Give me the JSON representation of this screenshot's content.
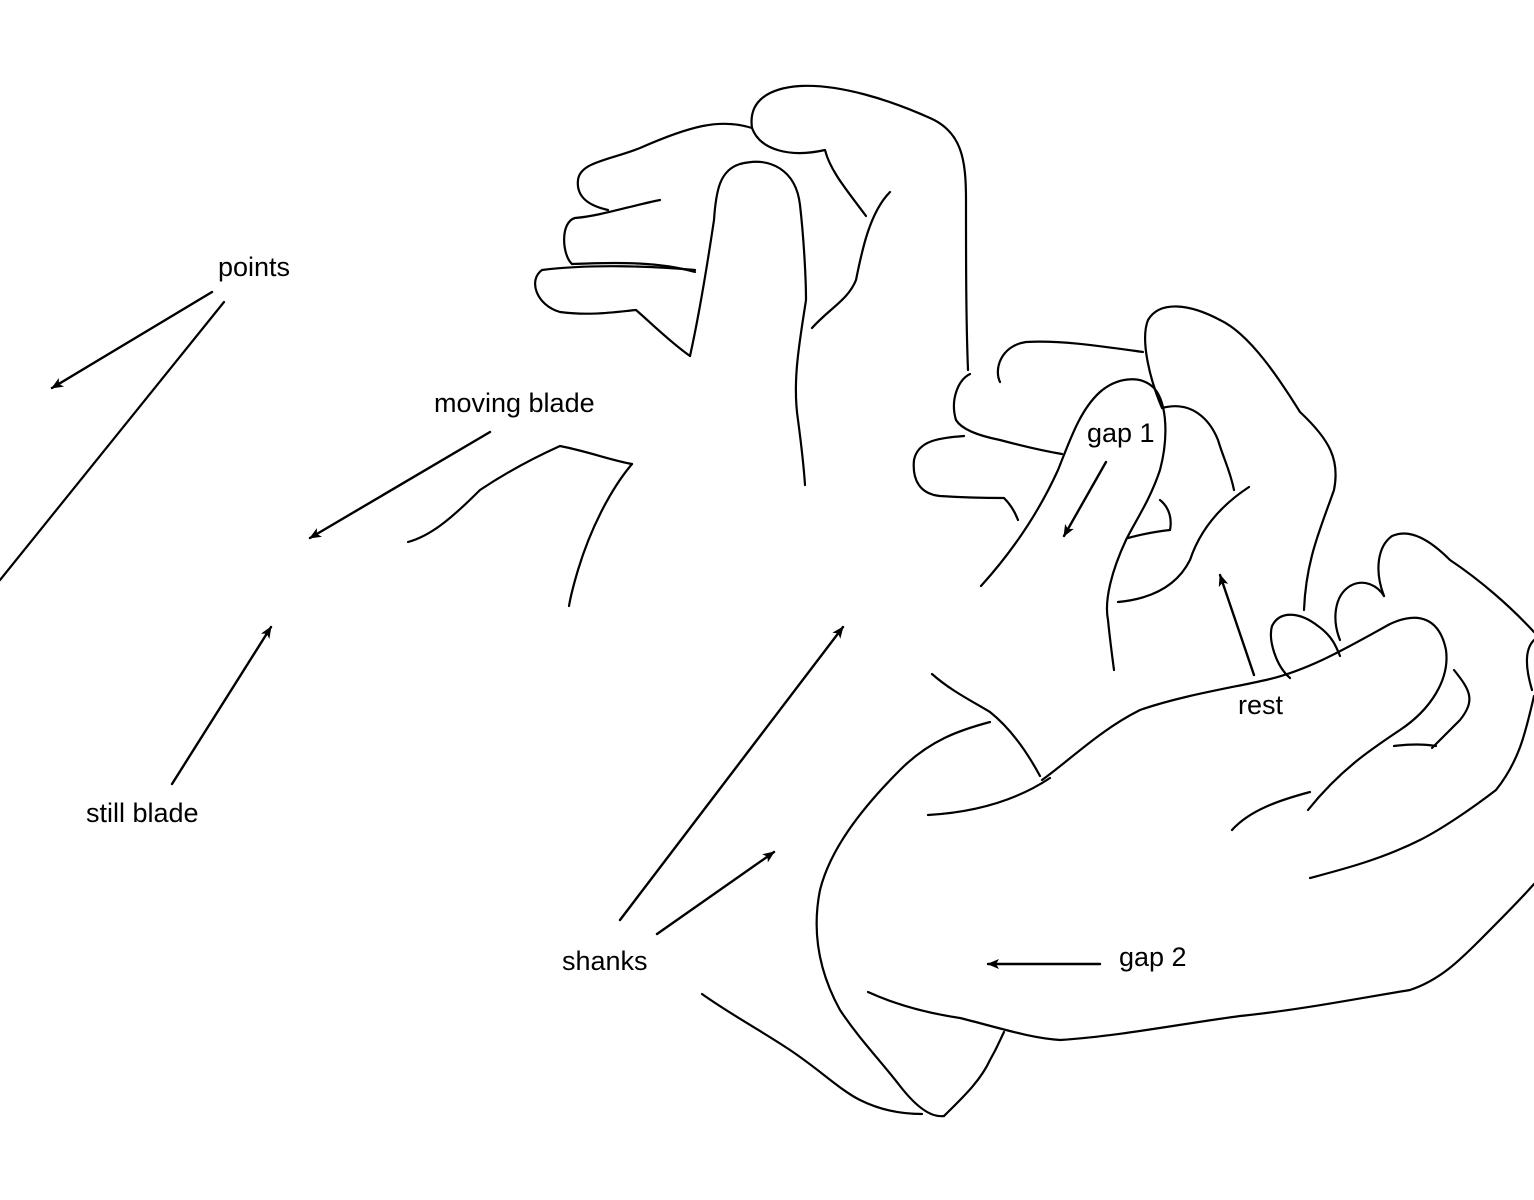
{
  "labels": {
    "points": "points",
    "moving_blade": "moving blade",
    "still_blade": "still blade",
    "shanks": "shanks",
    "gap_1": "gap 1",
    "gap_2": "gap 2",
    "rest": "rest"
  },
  "colors": {
    "ink": "#000000",
    "background": "#ffffff"
  }
}
